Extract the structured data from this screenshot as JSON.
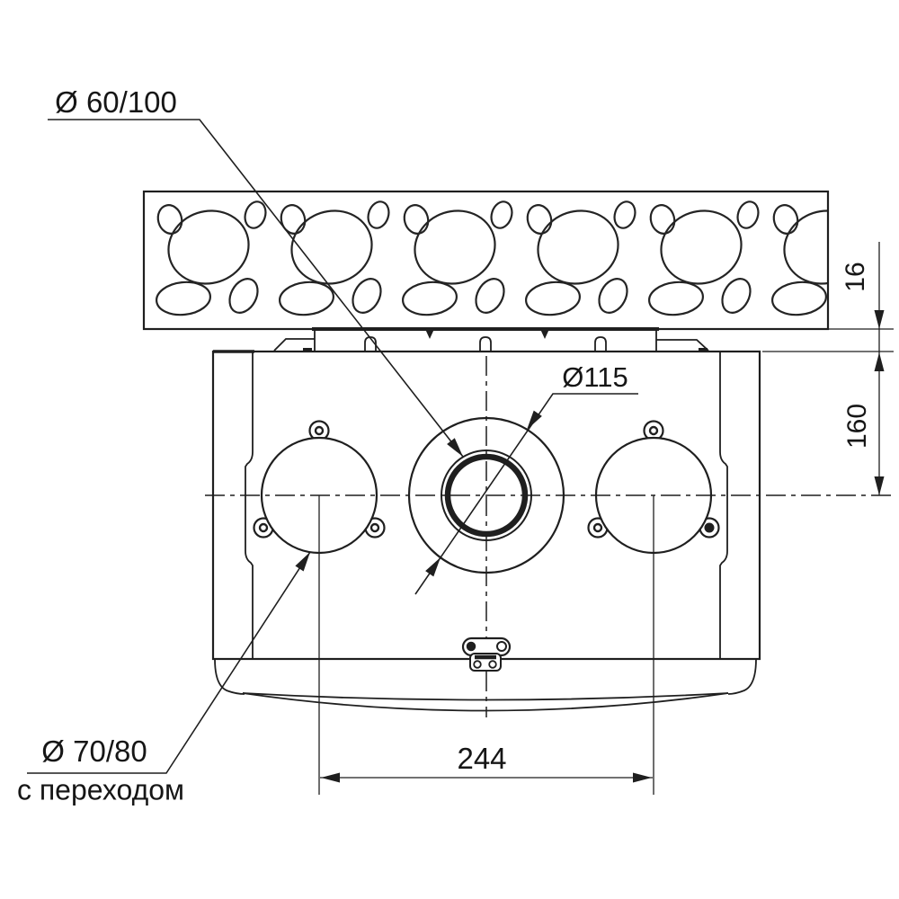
{
  "drawing": {
    "type": "technical-installation-drawing",
    "labels": {
      "top_flue": "Ø 60/100",
      "center_opening": "Ø115",
      "ceiling_thickness": "16",
      "offset_from_ceiling": "160",
      "side_spacing": "244",
      "side_flue": "Ø 70/80",
      "side_flue_note": "с переходом"
    },
    "colors": {
      "line": "#1f1f1f",
      "text": "#161616",
      "background": "#ffffff"
    }
  }
}
